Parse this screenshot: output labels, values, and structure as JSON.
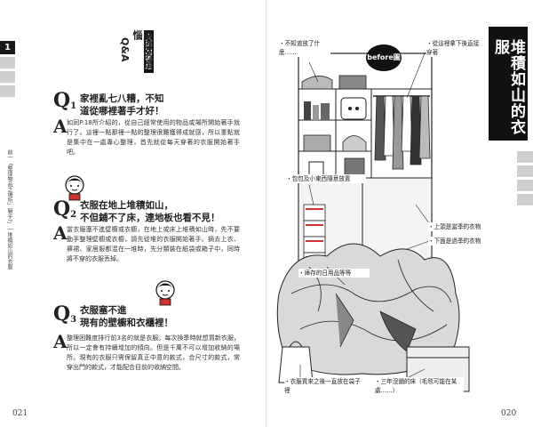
{
  "left_page": {
    "tab_number": "1",
    "vertical_caption": "前一「整理物品之場所」嘛乎?」一堆積如山的衣服",
    "header": {
      "badge": "大師回答您",
      "line1": "整理",
      "line2": "的煩惱",
      "line3": "Q&A"
    },
    "q1": {
      "mark": "Q",
      "num": "1",
      "title_line1": "家裡亂七八糟，不知",
      "title_line2": "道從哪裡著手才好！",
      "answer_mark": "A",
      "answer": "如同P.18所介紹的，從自己經常使用的物品或場所開始著手就行了。這裡一點那裡一點的整理很難獲得成就感，所以重點就是集中在一處專心整理，首先就從每天穿著的衣服開始著手吧。"
    },
    "q2": {
      "mark": "Q",
      "num": "2",
      "title_line1": "衣服在地上堆積如山，",
      "title_line2": "不但鋪不了床，連地板也看不見！",
      "answer_mark": "A",
      "answer": "當衣服塞不進壁櫥或衣櫥，在地上或床上堆積如山時，先不要動手整理壁櫥或衣櫥，請先從堆的衣服開始著手。摘去上衣、褲裙、家居服都混在一堆時，先分類裝在紙袋或箱子中，同時將不穿的衣服丟掉。"
    },
    "q3": {
      "mark": "Q",
      "num": "3",
      "title_line1": "衣服塞不進",
      "title_line2": "現有的壁櫥和衣櫃裡！",
      "answer_mark": "A",
      "answer": "整理困難度排行前3名的就是衣服。每次換季時就想買新衣服，所以一定會有持續增加的傾向。但是千萬不可以增加收納的場所。現有的衣服只需保留真正中意的款式，合尺寸的款式，常穿出門的款式，才能配合目前的收納空間。"
    },
    "page_number": "021"
  },
  "right_page": {
    "title": "堆積如山的衣服",
    "before_badge": "before圖",
    "annotations": {
      "a1": "・不知道放了什麼……",
      "a2": "・從這裡拿下後直接穿著",
      "a3": "・包包及小東西隨意放置",
      "a4": "・上頭是當季的衣物",
      "a5": "・下面是過季的衣物",
      "a6": "・庫存的日用品等等",
      "a7": "・衣服買來之後一直放在袋子裡",
      "a8": "・三年沒鋪的床（毛毯可能在某處……）"
    },
    "page_number": "020"
  }
}
